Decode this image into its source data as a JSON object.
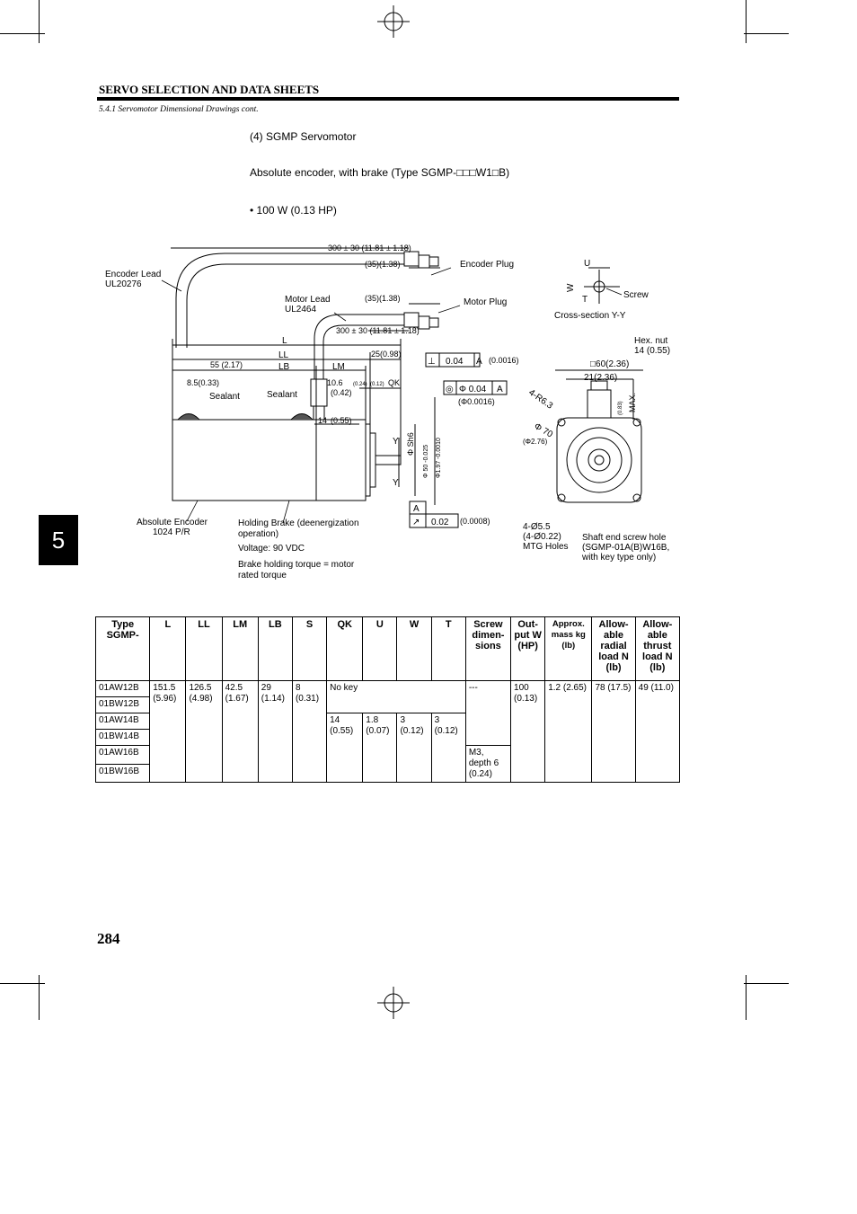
{
  "header": {
    "title": "SERVO SELECTION AND DATA SHEETS",
    "subtitle": "5.4.1 Servomotor Dimensional Drawings cont."
  },
  "intro": {
    "section": "(4)  SGMP Servomotor",
    "description": "Absolute encoder, with brake (Type SGMP-□□□W1□B)",
    "bullet": "• 100 W (0.13 HP)"
  },
  "chapter_tab": "5",
  "page_number": "284",
  "drawing": {
    "encoder_lead": "Encoder Lead",
    "encoder_lead_code": "UL20276",
    "motor_lead": "Motor Lead",
    "motor_lead_code": "UL2464",
    "encoder_plug": "Encoder Plug",
    "motor_plug": "Motor Plug",
    "cable_len_1": "300 ± 30 (11.81 ± 1.18)",
    "cable_len_2": "300 ± 30 (11.81 ± 1.18)",
    "plug_len_1": "(35)(1.38)",
    "plug_len_2": "(35)(1.38)",
    "dim_L": "L",
    "dim_LL": "LL",
    "dim_LB": "LB",
    "dim_LM": "LM",
    "dim_QK": "QK",
    "dim_55": "55 (2.17)",
    "dim_25": "25(0.98)",
    "dim_85": "8.5(0.33)",
    "dim_106": "10.6",
    "dim_042": "(0.42)",
    "dim_024": "(0.24)",
    "dim_012": "(0.12)",
    "dim_14": "14",
    "dim_055": "(0.55)",
    "sealant_1": "Sealant",
    "sealant_2": "Sealant",
    "perp_tol": "0.04",
    "perp_datum": "A",
    "perp_in": "(0.0016)",
    "conc_tol": "Φ 0.04",
    "conc_datum": "A",
    "conc_in": "(Φ0.0016)",
    "shaft_fit": "Φ Sh6",
    "pilot_dia": "Φ 50 -0.025",
    "pilot_in": "Φ1.97 -0.0010",
    "runout_datum": "A",
    "runout_tol": "0.02",
    "runout_in": "(0.0008)",
    "section_U": "U",
    "section_W": "W",
    "section_T": "T",
    "screw": "Screw",
    "cross_section": "Cross-section Y-Y",
    "hex_nut": "Hex. nut",
    "hex_nut_dim": "14 (0.55)",
    "square_60": "□60(2.36)",
    "dim_21": "21(2.36)",
    "max_label": "MAX.",
    "max_in": "(0.83)",
    "r63": "4-R6.3",
    "dia70": "Φ 70",
    "dia70_in": "(Φ2.76)",
    "y_label": "Y",
    "absolute_encoder": "Absolute Encoder",
    "ppr": "1024 P/R",
    "holding_brake": "Holding Brake (deenergization operation)",
    "voltage": "Voltage: 90 VDC",
    "torque": "Brake holding torque = motor rated torque",
    "mtg_holes_1": "4-Ø5.5",
    "mtg_holes_2": "(4-Ø0.22)",
    "mtg_holes_3": "MTG Holes",
    "shaft_hole_1": "Shaft end screw hole",
    "shaft_hole_2": "(SGMP-01A(B)W16B,",
    "shaft_hole_3": "with key type only)"
  },
  "table": {
    "headers": {
      "type": "Type SGMP-",
      "L": "L",
      "LL": "LL",
      "LM": "LM",
      "LB": "LB",
      "S": "S",
      "QK": "QK",
      "U": "U",
      "W": "W",
      "T": "T",
      "screw": "Screw dimen-sions",
      "output": "Out-put W (HP)",
      "mass": "Approx. mass kg (lb)",
      "radial": "Allow-able radial load N (lb)",
      "thrust": "Allow-able thrust load N (lb)"
    },
    "types": [
      "01AW12B",
      "01BW12B",
      "01AW14B",
      "01BW14B",
      "01AW16B",
      "01BW16B"
    ],
    "L": "151.5 (5.96)",
    "LL": "126.5 (4.98)",
    "LM": "42.5 (1.67)",
    "LB": "29 (1.14)",
    "S": "8 (0.31)",
    "no_key": "No key",
    "QK": "14 (0.55)",
    "U": "1.8 (0.07)",
    "W": "3 (0.12)",
    "T": "3 (0.12)",
    "screw_none": "---",
    "screw_m3": "M3, depth 6 (0.24)",
    "output": "100 (0.13)",
    "mass": "1.2 (2.65)",
    "radial": "78 (17.5)",
    "thrust": "49 (11.0)"
  }
}
